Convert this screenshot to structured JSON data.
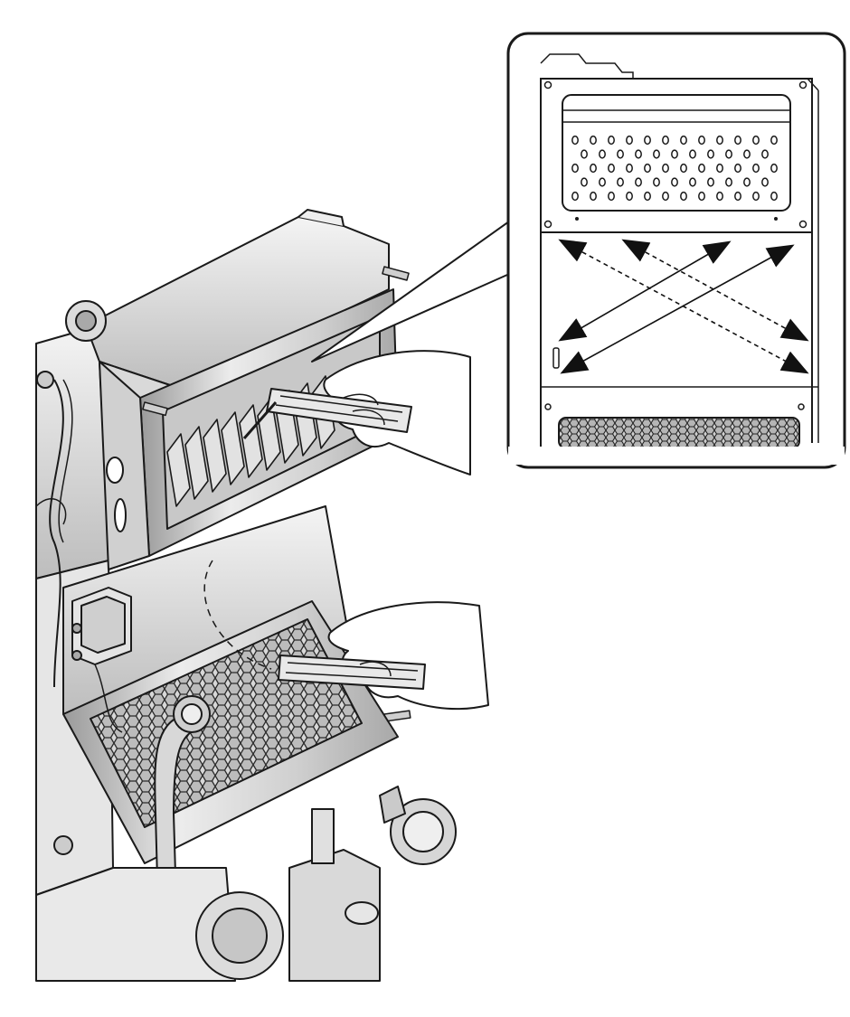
{
  "figure": {
    "type": "technical-maintenance-illustration",
    "colors": {
      "line": "#1a1a1a",
      "metal_light": "#f2f2f2",
      "metal_mid": "#d4d4d4",
      "metal_dark": "#9a9a9a",
      "background": "#ffffff"
    },
    "inset_hole_grid": {
      "rows": 5,
      "columns": [
        12,
        11,
        12,
        11,
        12
      ]
    },
    "inset_arrows": {
      "solid_count": 4,
      "dashed_count": 4
    },
    "icons": [
      "cleaning-brush-icon",
      "hand-icon",
      "double-headed-arrow-icon"
    ]
  }
}
